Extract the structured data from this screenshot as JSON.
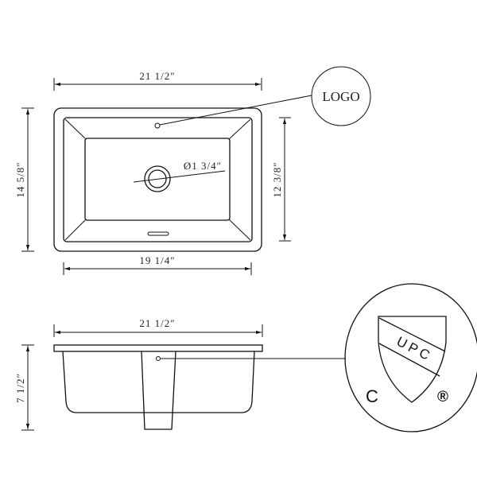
{
  "top_view": {
    "overall_width": "21 1/2″",
    "overall_depth": "14 5/8″",
    "bowl_width": "19 1/4″",
    "bowl_depth": "12 3/8″",
    "drain_diameter": "Ø1 3/4″",
    "logo_callout": "LOGO"
  },
  "side_view": {
    "overall_width": "21 1/2″",
    "height": "7 1/2″"
  },
  "certification_mark": {
    "shield_text": "UPC",
    "left_letter": "C",
    "registered": "®"
  }
}
